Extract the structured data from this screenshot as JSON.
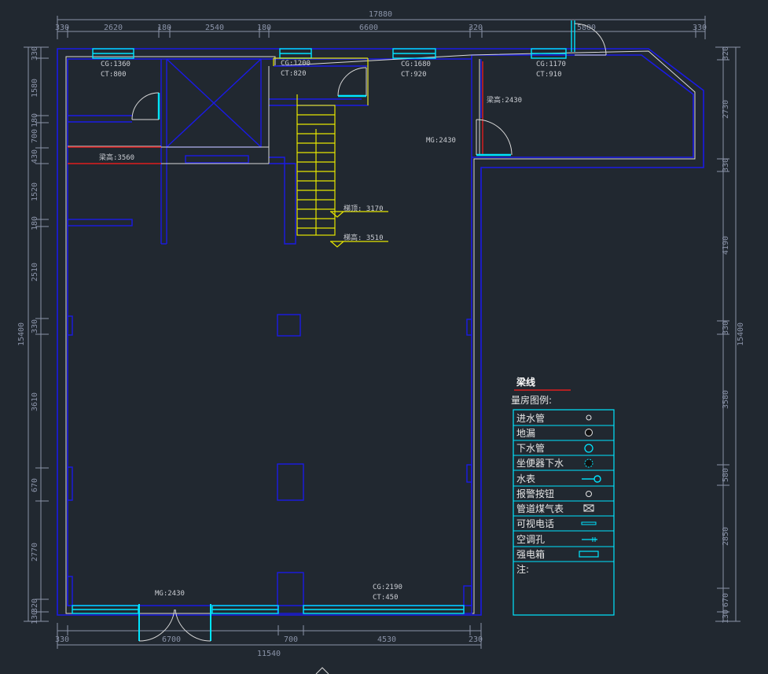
{
  "dimensions": {
    "top_total": "17880",
    "top": [
      "330",
      "2620",
      "180",
      "2540",
      "180",
      "6600",
      "320",
      "5800",
      "330"
    ],
    "bottom_total": "11540",
    "bottom": [
      "330",
      "6700",
      "700",
      "4530",
      "230"
    ],
    "left_total": "15400",
    "left": [
      "330",
      "1580",
      "180",
      "700",
      "430",
      "1520",
      "180",
      "2510",
      "330",
      "3610",
      "670",
      "2770",
      "320",
      "130"
    ],
    "right_total": "15400",
    "right": [
      "320",
      "2730",
      "330",
      "4190",
      "330",
      "3580",
      "580",
      "2850",
      "670",
      "130"
    ]
  },
  "labels": {
    "window_a": [
      "CG:1360",
      "CT:800"
    ],
    "window_b": [
      "CG:1200",
      "CT:820"
    ],
    "window_c": [
      "CG:1680",
      "CT:920"
    ],
    "window_d": [
      "CG:1170",
      "CT:910"
    ],
    "window_e": [
      "CG:2190",
      "CT:450"
    ],
    "beam_1": "梁高:3560",
    "beam_2": "梁高:2430",
    "mg_1": "MG:2430",
    "mg_2": "MG:2430",
    "level_1": "梯顶: 3170",
    "level_2": "梯高: 3510"
  },
  "legend": {
    "title": "梁线",
    "subtitle": "量房图例:",
    "items": [
      "进水管",
      "地漏",
      "下水管",
      "坐便器下水",
      "水表",
      "报警按钮",
      "管道煤气表",
      "可视电话",
      "空调孔",
      "强电箱"
    ],
    "note": "注:"
  },
  "colors": {
    "wall": "#1a1ae6",
    "line": "#e0e0e0",
    "stair": "#e6e600",
    "window": "#00e5ff",
    "beam": "#e01e1e",
    "bg": "#212830"
  }
}
